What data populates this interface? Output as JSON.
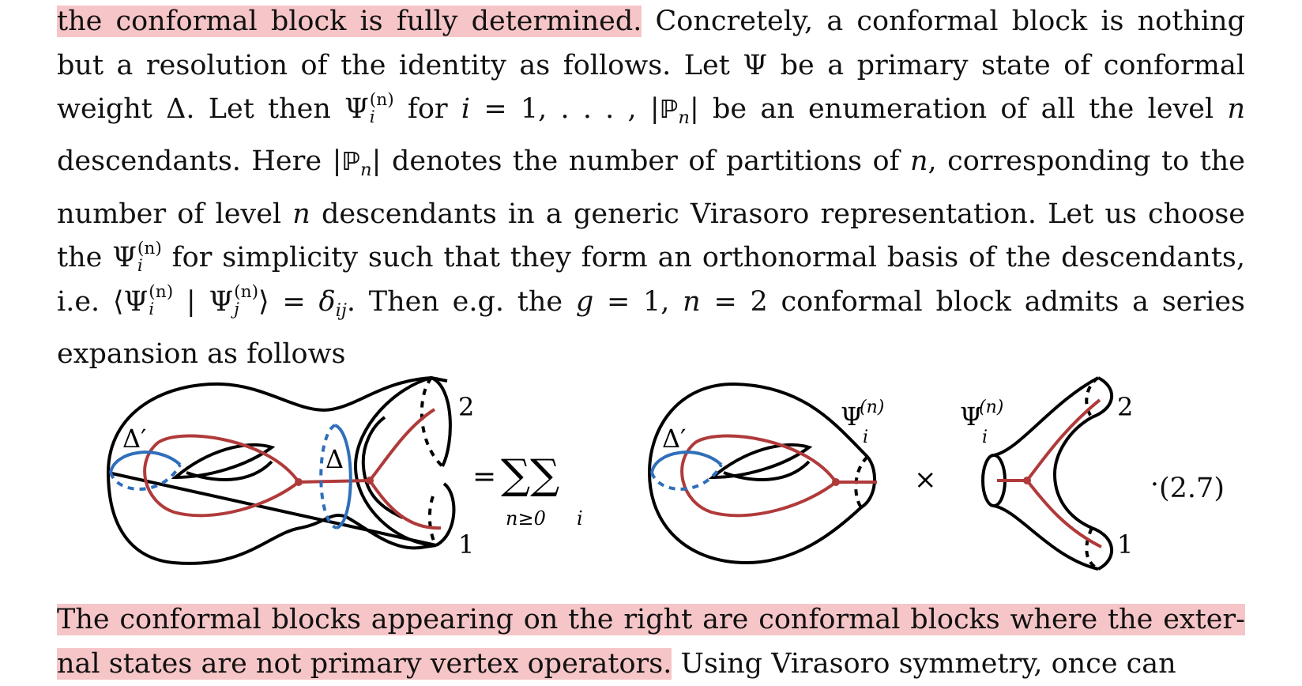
{
  "paragraph1": {
    "highlight": "the conformal block is fully determined.",
    "s1": " Concretely, a conformal block is nothing but a resolution of the identity as follows. Let ",
    "psi": "Ψ",
    "s2": " be a primary state of conformal weight ",
    "delta": "Δ",
    "s3": ". Let then ",
    "sup_n": "(n)",
    "sub_i": "i",
    "s4": " for ",
    "var_i": "i",
    "s5": " = 1, . . . , |",
    "P": "ℙ",
    "sub_n": "n",
    "s6": "| be an enumeration of all the level ",
    "var_n": "n",
    "s7": " descendants. Here |",
    "s8": "| denotes the number of partitions of ",
    "s9": ", corresponding to the number of level ",
    "s10": " descendants in a generic Virasoro representation. Let us choose the ",
    "s11": " for simplicity such that they form an orthonormal basis of the descendants, i.e. ⟨",
    "bar": " | ",
    "sub_j": "j",
    "s12": "⟩ = ",
    "delta_ij": "δ",
    "sub_ij": "ij",
    "s13": ". Then e.g. the ",
    "var_g": "g",
    "s14": " = 1, ",
    "s15": " = 2 conformal block admits a series expansion as follows"
  },
  "equation": {
    "label_delta_prime": "Δ′",
    "label_delta": "Δ",
    "label_2": "2",
    "label_1": "1",
    "equals": "=",
    "sum": "∑∑",
    "sum_index_1": "n≥0",
    "sum_index_2": "i",
    "psi": "Ψ",
    "psi_sup": "(n)",
    "psi_sub": "i",
    "times": "×",
    "dot": ".",
    "number": "(2.7)"
  },
  "paragraph2": {
    "highlight": "The conformal blocks appearing on the right are conformal blocks where the exter- nal states are not primary vertex operators.",
    "rest": " Using Virasoro symmetry, once can"
  },
  "colors": {
    "highlight": "#f6c5c7",
    "red_curve": "#b03a3a",
    "blue_curve": "#2f6fba",
    "outline": "#000000"
  }
}
